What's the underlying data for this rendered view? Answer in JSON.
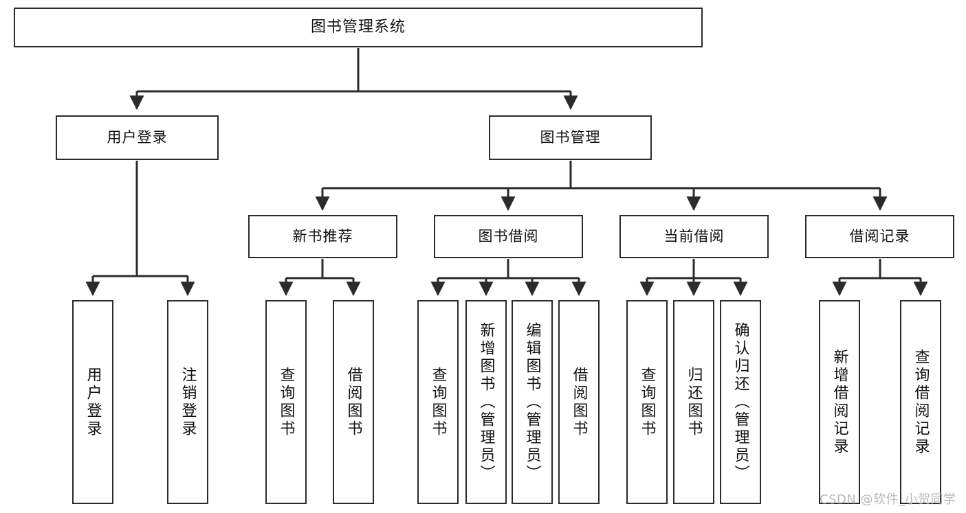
{
  "diagram": {
    "type": "tree",
    "title": "图书管理系统",
    "colors": {
      "stroke": "#2b2b2b",
      "fill": "#ffffff",
      "text": "#111111",
      "watermark": "#b9b9b9"
    },
    "root": {
      "label": "图书管理系统"
    },
    "level2": [
      {
        "label": "用户登录"
      },
      {
        "label": "图书管理"
      }
    ],
    "level3": [
      {
        "label": "新书推荐"
      },
      {
        "label": "图书借阅"
      },
      {
        "label": "当前借阅"
      },
      {
        "label": "借阅记录"
      }
    ],
    "leaves": {
      "user_login": [
        {
          "label": "用户登录"
        },
        {
          "label": "注销登录"
        }
      ],
      "new_book_recommend": [
        {
          "label": "查询图书"
        },
        {
          "label": "借阅图书"
        }
      ],
      "book_borrow": [
        {
          "label": "查询图书"
        },
        {
          "label": "新增图书（管理员）"
        },
        {
          "label": "编辑图书（管理员）"
        },
        {
          "label": "借阅图书"
        }
      ],
      "current_borrow": [
        {
          "label": "查询图书"
        },
        {
          "label": "归还图书"
        },
        {
          "label": "确认归还（管理员）"
        }
      ],
      "borrow_record": [
        {
          "label": "新增借阅记录"
        },
        {
          "label": "查询借阅记录"
        }
      ]
    }
  },
  "watermark": {
    "text": "CSDN @软件_小贺同学"
  }
}
